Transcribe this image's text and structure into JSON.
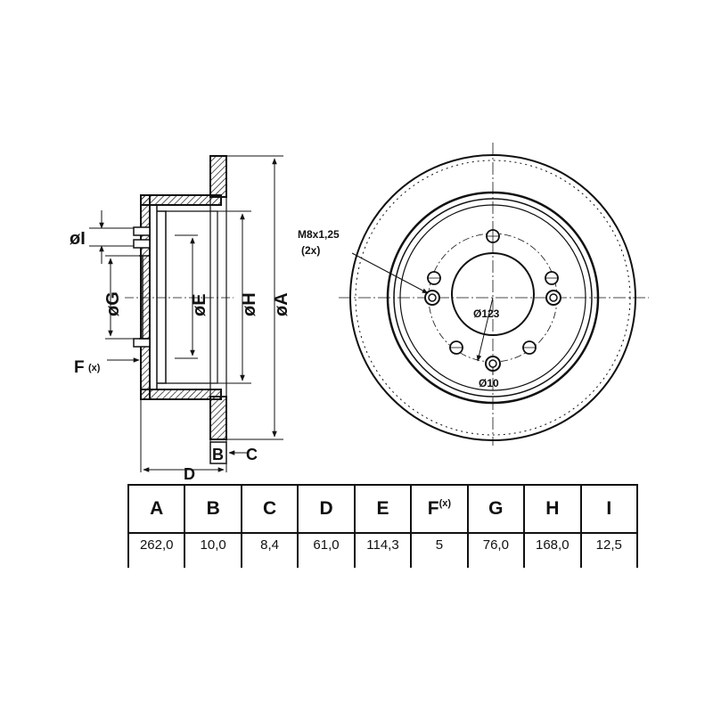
{
  "labels": {
    "dia_i": "øI",
    "dia_g": "øG",
    "dia_e": "øE",
    "dia_h": "øH",
    "dia_a": "øA",
    "f_main": "F",
    "f_sub": "(x)",
    "b": "B",
    "c": "C",
    "d": "D",
    "thread_line1": "M8x1,25",
    "thread_line2": "(2x)",
    "pcd": "Ø123",
    "hole": "Ø10"
  },
  "table": {
    "headers": [
      {
        "main": "A",
        "sub": ""
      },
      {
        "main": "B",
        "sub": ""
      },
      {
        "main": "C",
        "sub": ""
      },
      {
        "main": "D",
        "sub": ""
      },
      {
        "main": "E",
        "sub": ""
      },
      {
        "main": "F",
        "sub": "(x)"
      },
      {
        "main": "G",
        "sub": ""
      },
      {
        "main": "H",
        "sub": ""
      },
      {
        "main": "I",
        "sub": ""
      }
    ],
    "values": [
      "262,0",
      "10,0",
      "8,4",
      "61,0",
      "114,3",
      "5",
      "76,0",
      "168,0",
      "12,5"
    ]
  }
}
